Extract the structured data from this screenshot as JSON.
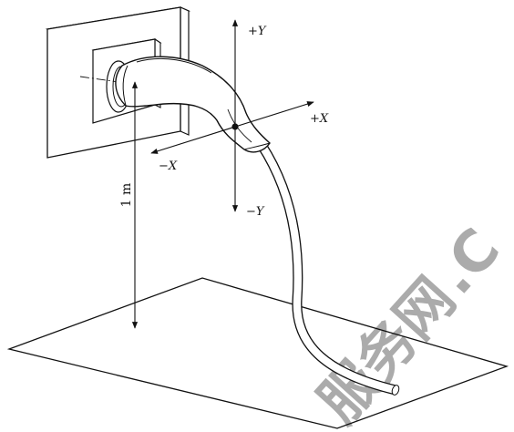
{
  "labels": {
    "plus_y": "+Y",
    "minus_y": "−Y",
    "plus_x": "+X",
    "minus_x": "−X",
    "height": "1 m"
  },
  "watermark": {
    "text": "服务网",
    "suffix": ".C"
  },
  "colors": {
    "line": "#111111",
    "connector_fill": "#ffffff",
    "watermark_blue": "#1e78c8",
    "watermark_orange": "#f08c28"
  }
}
